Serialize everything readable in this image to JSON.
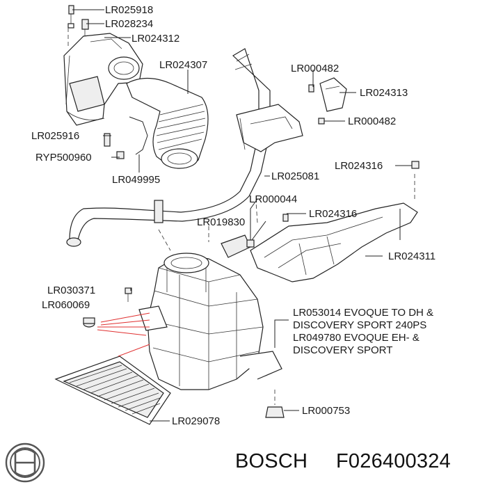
{
  "labels": {
    "lr025918": "LR025918",
    "lr028234": "LR028234",
    "lr024312": "LR024312",
    "lr024307": "LR024307",
    "lr000482_a": "LR000482",
    "lr024313": "LR024313",
    "lr000482_b": "LR000482",
    "lr025916": "LR025916",
    "ryp500960": "RYP500960",
    "lr049995": "LR049995",
    "lr025081": "LR025081",
    "lr024316_a": "LR024316",
    "lr000044": "LR000044",
    "lr024316_b": "LR024316",
    "lr019830": "LR019830",
    "lr024311": "LR024311",
    "lr030371": "LR030371",
    "lr060069": "LR060069",
    "note_line1": "LR053014 EVOQUE TO DH &",
    "note_line2": "DISCOVERY SPORT 240PS",
    "note_line3": "LR049780 EVOQUE EH- &",
    "note_line4": "DISCOVERY SPORT",
    "lr000753": "LR000753",
    "lr029078": "LR029078"
  },
  "footer": {
    "brand": "BOSCH",
    "part_number": "F026400324",
    "logo_icon": "bosch-armature-logo-icon"
  }
}
